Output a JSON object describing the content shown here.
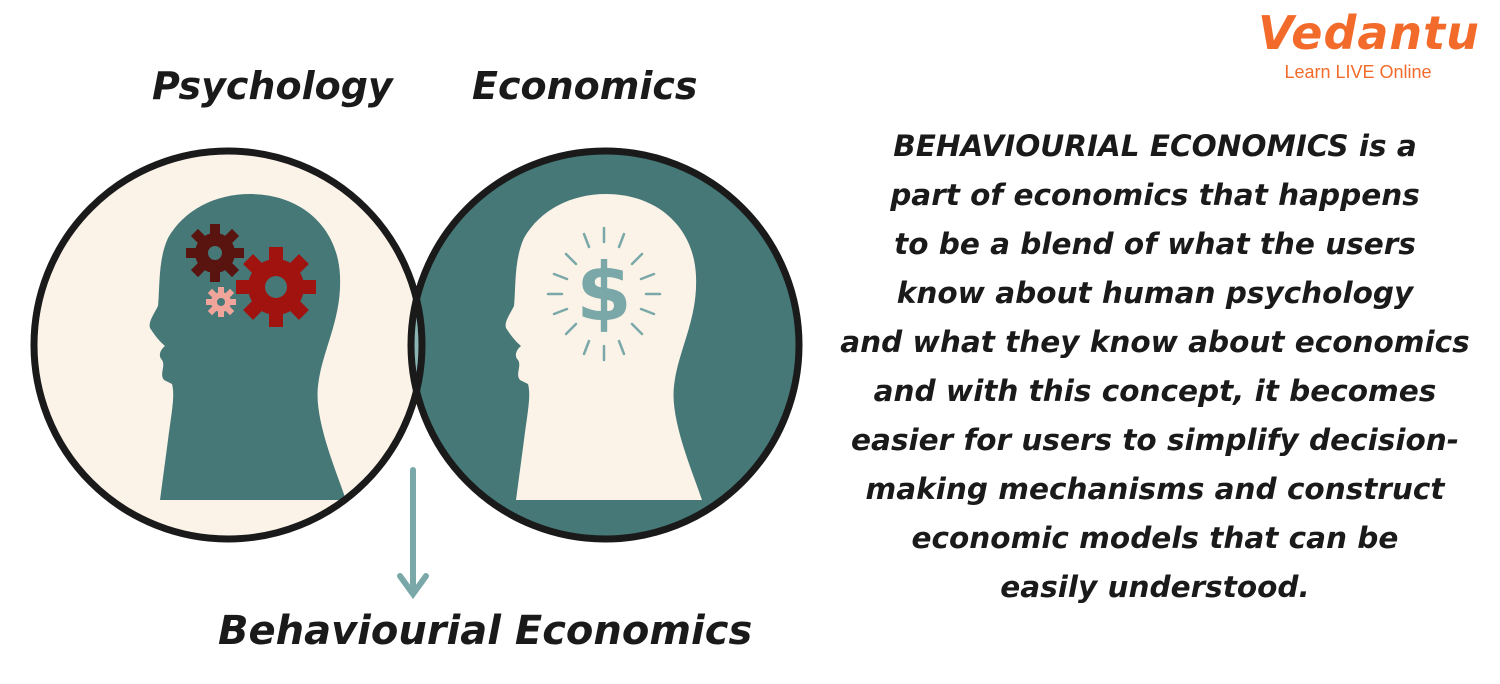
{
  "logo": {
    "brand": "Vedantu",
    "tagline": "Learn LIVE Online"
  },
  "diagram": {
    "left_label": "Psychology",
    "right_label": "Economics",
    "overlap_label": "Behaviourial Economics",
    "colors": {
      "cream": "#fcf3e8",
      "teal": "#457877",
      "overlap": "#8bb4b4",
      "gear_dark": "#5a1410",
      "gear_red": "#a0130f",
      "gear_pink": "#f0a49a",
      "dollar": "#7aa8a8",
      "outline": "#1a1a1a"
    },
    "icons": [
      "gear-icon",
      "dollar-icon"
    ]
  },
  "description": {
    "lines": [
      "BEHAVIOURIAL ECONOMICS is a",
      "part of economics that happens",
      "to be a blend of what the users",
      "know about human psychology",
      "and what they know about economics",
      "and with this concept, it becomes",
      "easier for users to simplify decision-",
      "making mechanisms and construct",
      "economic models that can be",
      "easily understood."
    ]
  }
}
